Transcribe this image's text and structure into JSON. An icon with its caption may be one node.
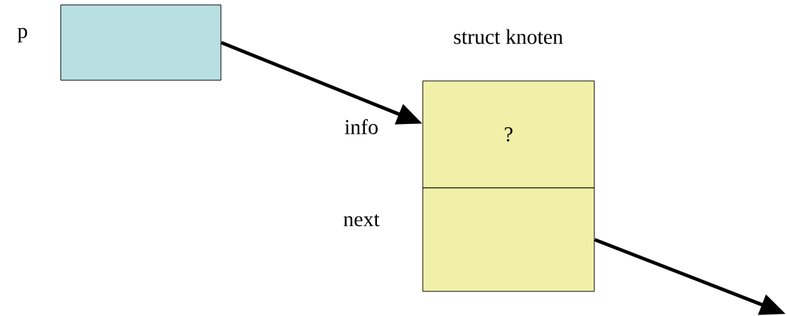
{
  "diagram": {
    "nodes": [
      {
        "text": [],
        "shape": "box",
        "beside": [
          "p"
        ]
      },
      {
        "text": [
          "?"
        ],
        "beside": [
          "info"
        ]
      },
      {
        "text": [],
        "shape": "box",
        "beside": [
          "next"
        ]
      }
    ],
    "edges": [
      {
        "from": 0,
        "to": 1,
        "arrow": "to"
      },
      {
        "from": 2,
        "to": null,
        "arrow": "to"
      }
    ],
    "labels": [
      "struct knoten"
    ]
  }
}
